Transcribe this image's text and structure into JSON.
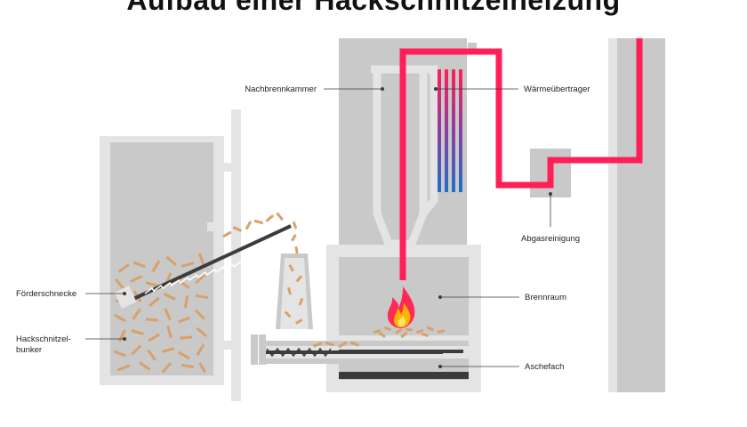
{
  "title": "Aufbau einer Hackschnitzelheizung",
  "labels": {
    "nachbrennkammer": "Nachbrennkammer",
    "waermetauscher": "Wärmeübertrager",
    "abgasreinigung": "Abgasreinigung",
    "brennraum": "Brennraum",
    "aschefach": "Aschefach",
    "foerderschnecke": "Förderschnecke",
    "bunker_line1": "Hackschnitzel-",
    "bunker_line2": "bunker"
  },
  "colors": {
    "wall": "#c9c9c9",
    "light": "#e4e4e4",
    "flue": "#ff1f57",
    "chips": "#d9a06a",
    "dark": "#3c3c3c"
  }
}
